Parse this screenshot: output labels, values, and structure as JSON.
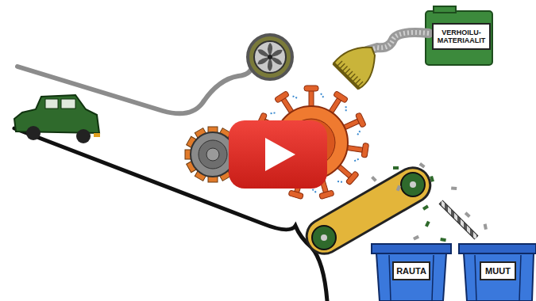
{
  "diagram": {
    "nodes": [
      {
        "text": [
          "VERHOILU- MATERIAALIT"
        ]
      },
      {
        "text": [
          "RAUTA"
        ]
      },
      {
        "text": [
          "MUUT"
        ]
      }
    ]
  }
}
